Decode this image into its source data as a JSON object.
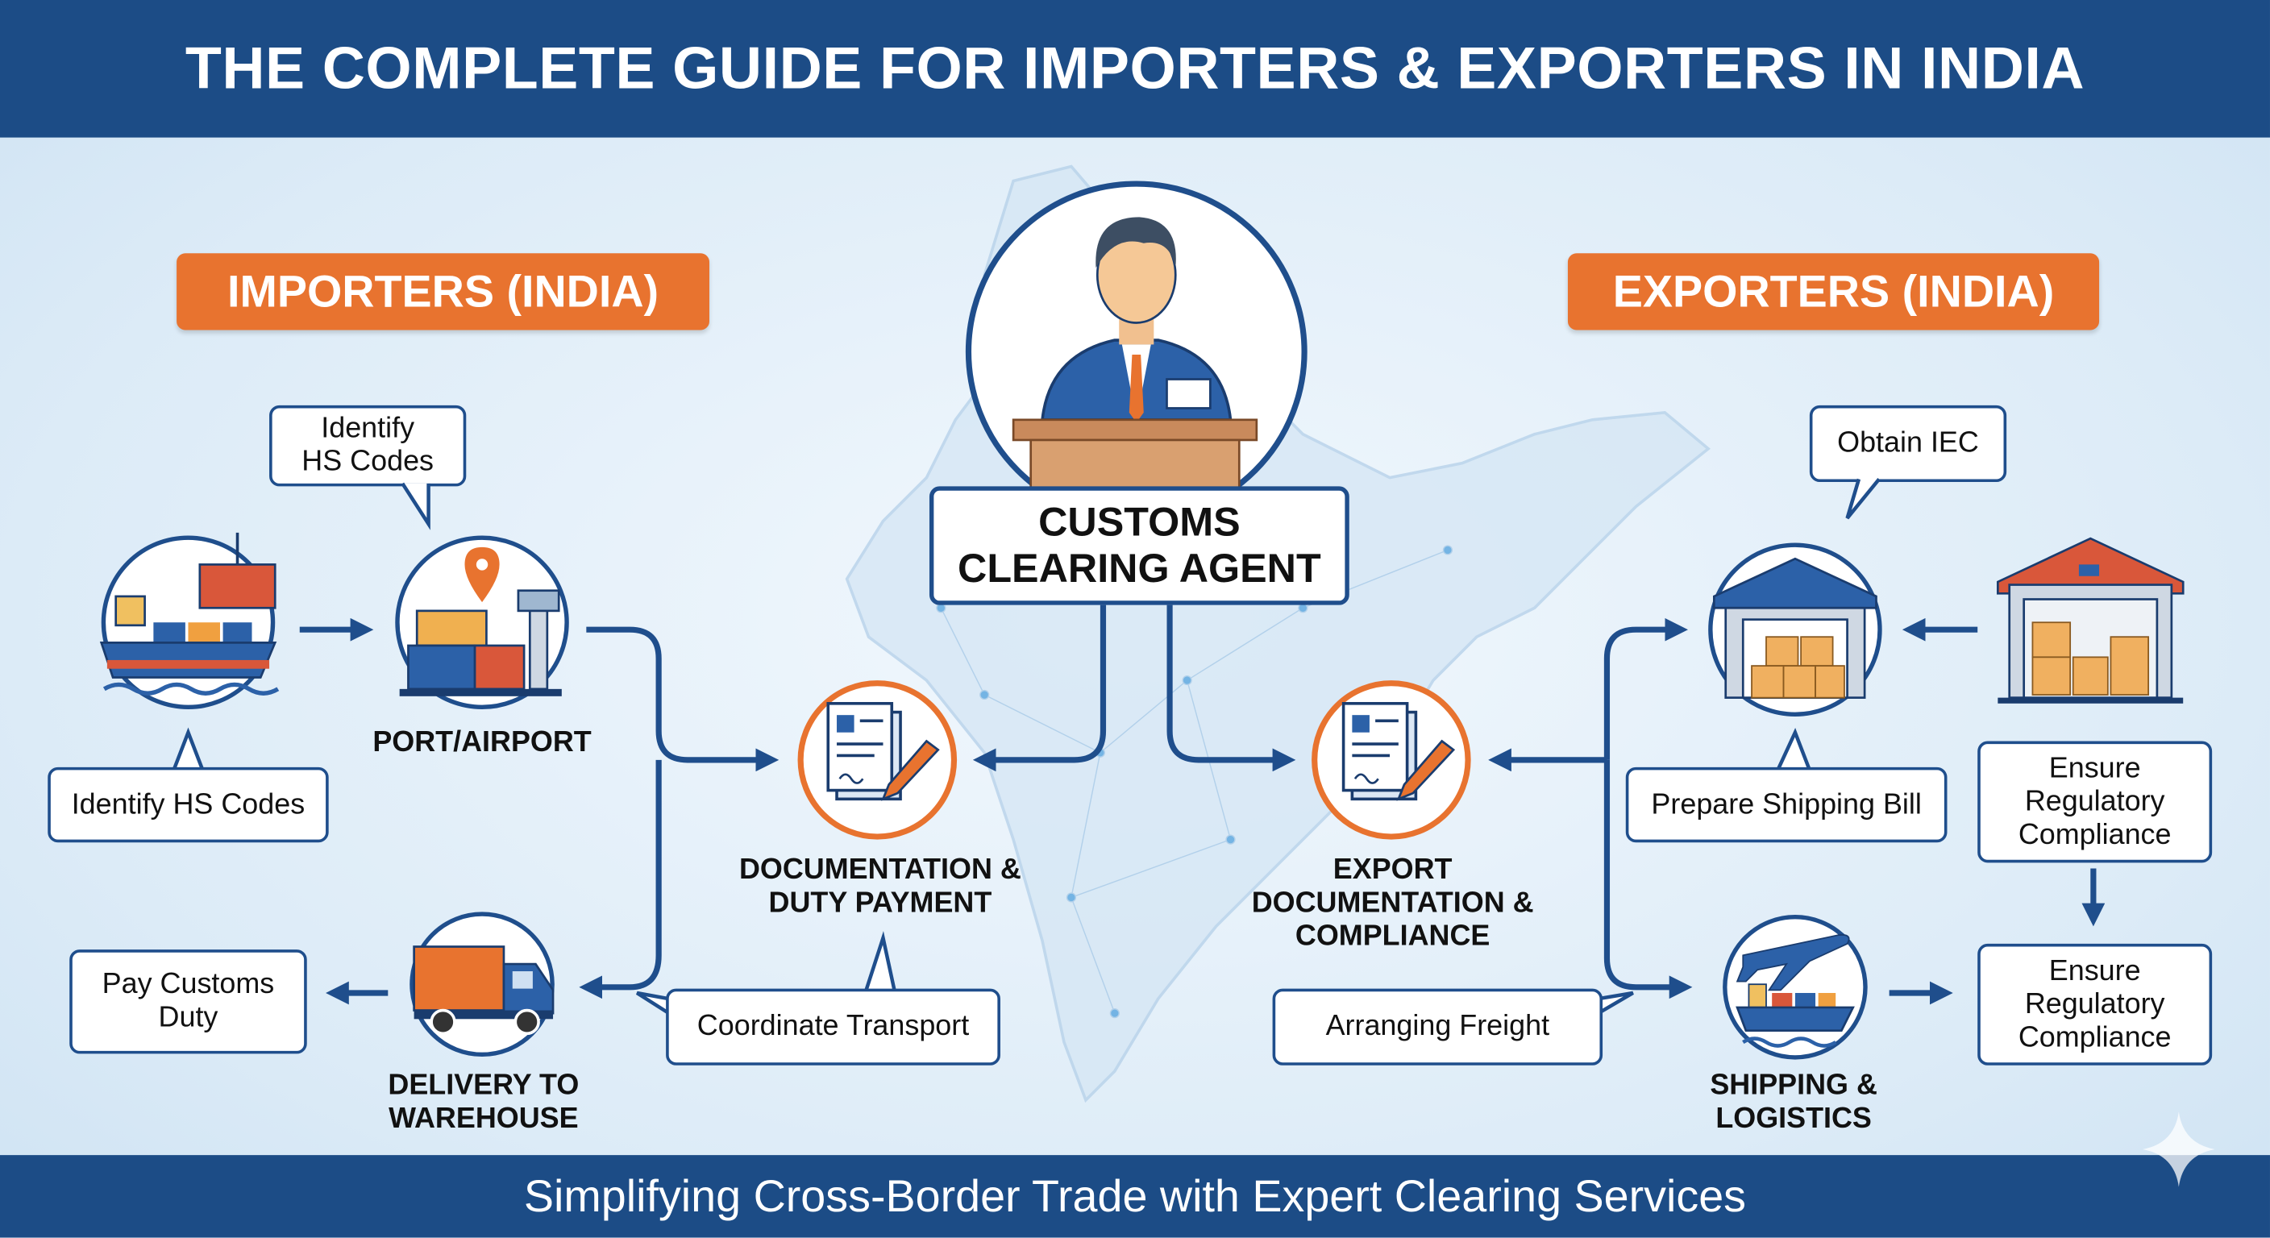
{
  "header": {
    "title": "THE COMPLETE GUIDE FOR IMPORTERS & EXPORTERS IN INDIA"
  },
  "footer": {
    "tagline": "Simplifying Cross-Border Trade with Expert Clearing Services"
  },
  "center": {
    "agent_label_line1": "CUSTOMS",
    "agent_label_line2": "CLEARING AGENT"
  },
  "importers": {
    "title": "IMPORTERS (INDIA)",
    "bubble_top_line1": "Identify",
    "bubble_top_line2": "HS Codes",
    "bubble_left": "Identify HS Codes",
    "port_label": "PORT/AIRPORT",
    "doc_label_line1": "DOCUMENTATION &",
    "doc_label_line2": "DUTY PAYMENT",
    "coordinate": "Coordinate Transport",
    "delivery_line1": "DELIVERY TO",
    "delivery_line2": "WAREHOUSE",
    "pay_line1": "Pay Customs",
    "pay_line2": "Duty"
  },
  "exporters": {
    "title": "EXPORTERS (INDIA)",
    "obtain": "Obtain IEC",
    "prepare": "Prepare Shipping Bill",
    "ensure1_line1": "Ensure",
    "ensure1_line2": "Regulatory",
    "ensure1_line3": "Compliance",
    "ensure2_line1": "Ensure",
    "ensure2_line2": "Regulatory",
    "ensure2_line3": "Compliance",
    "doc_label_line1": "EXPORT",
    "doc_label_line2": "DOCUMENTATION &",
    "doc_label_line3": "COMPLIANCE",
    "freight": "Arranging Freight",
    "shipping_line1": "SHIPPING &",
    "shipping_line2": "LOGISTICS"
  },
  "colors": {
    "navy": "#1c4c86",
    "orange": "#e8732f",
    "line": "#1f4e8c"
  }
}
